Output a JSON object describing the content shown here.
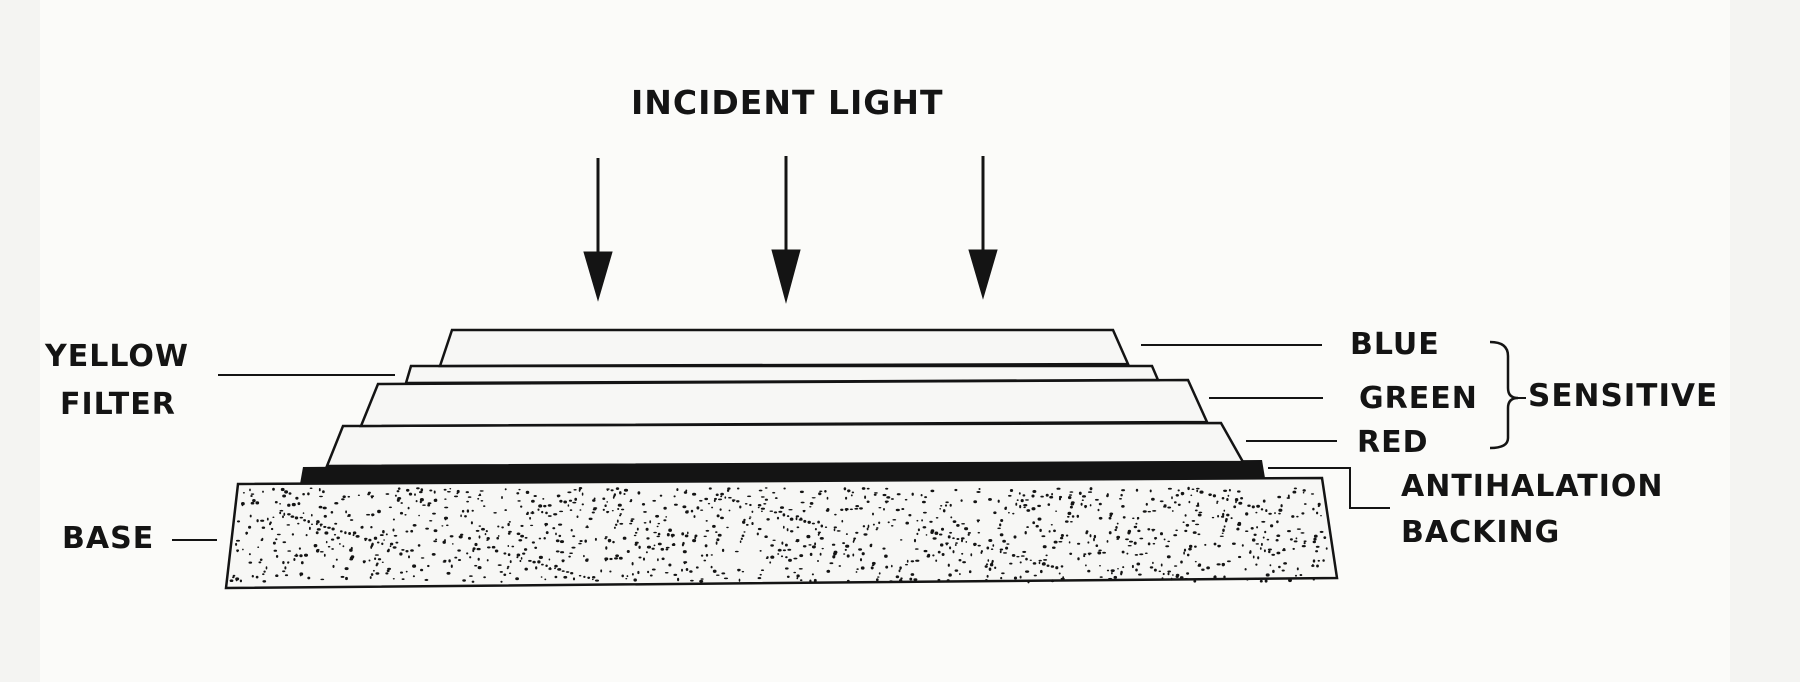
{
  "diagram": {
    "title": "INCIDENT LIGHT",
    "labels": {
      "yellow_filter_line1": "YELLOW",
      "yellow_filter_line2": "FILTER",
      "base": "BASE",
      "blue": "BLUE",
      "green": "GREEN",
      "red": "RED",
      "sensitive": "SENSITIVE",
      "antihalation_line1": "ANTIHALATION",
      "antihalation_line2": "BACKING"
    },
    "colors": {
      "ink": "#141414",
      "paper": "#f4f4f2",
      "layer_fill": "#f7f7f5"
    }
  }
}
